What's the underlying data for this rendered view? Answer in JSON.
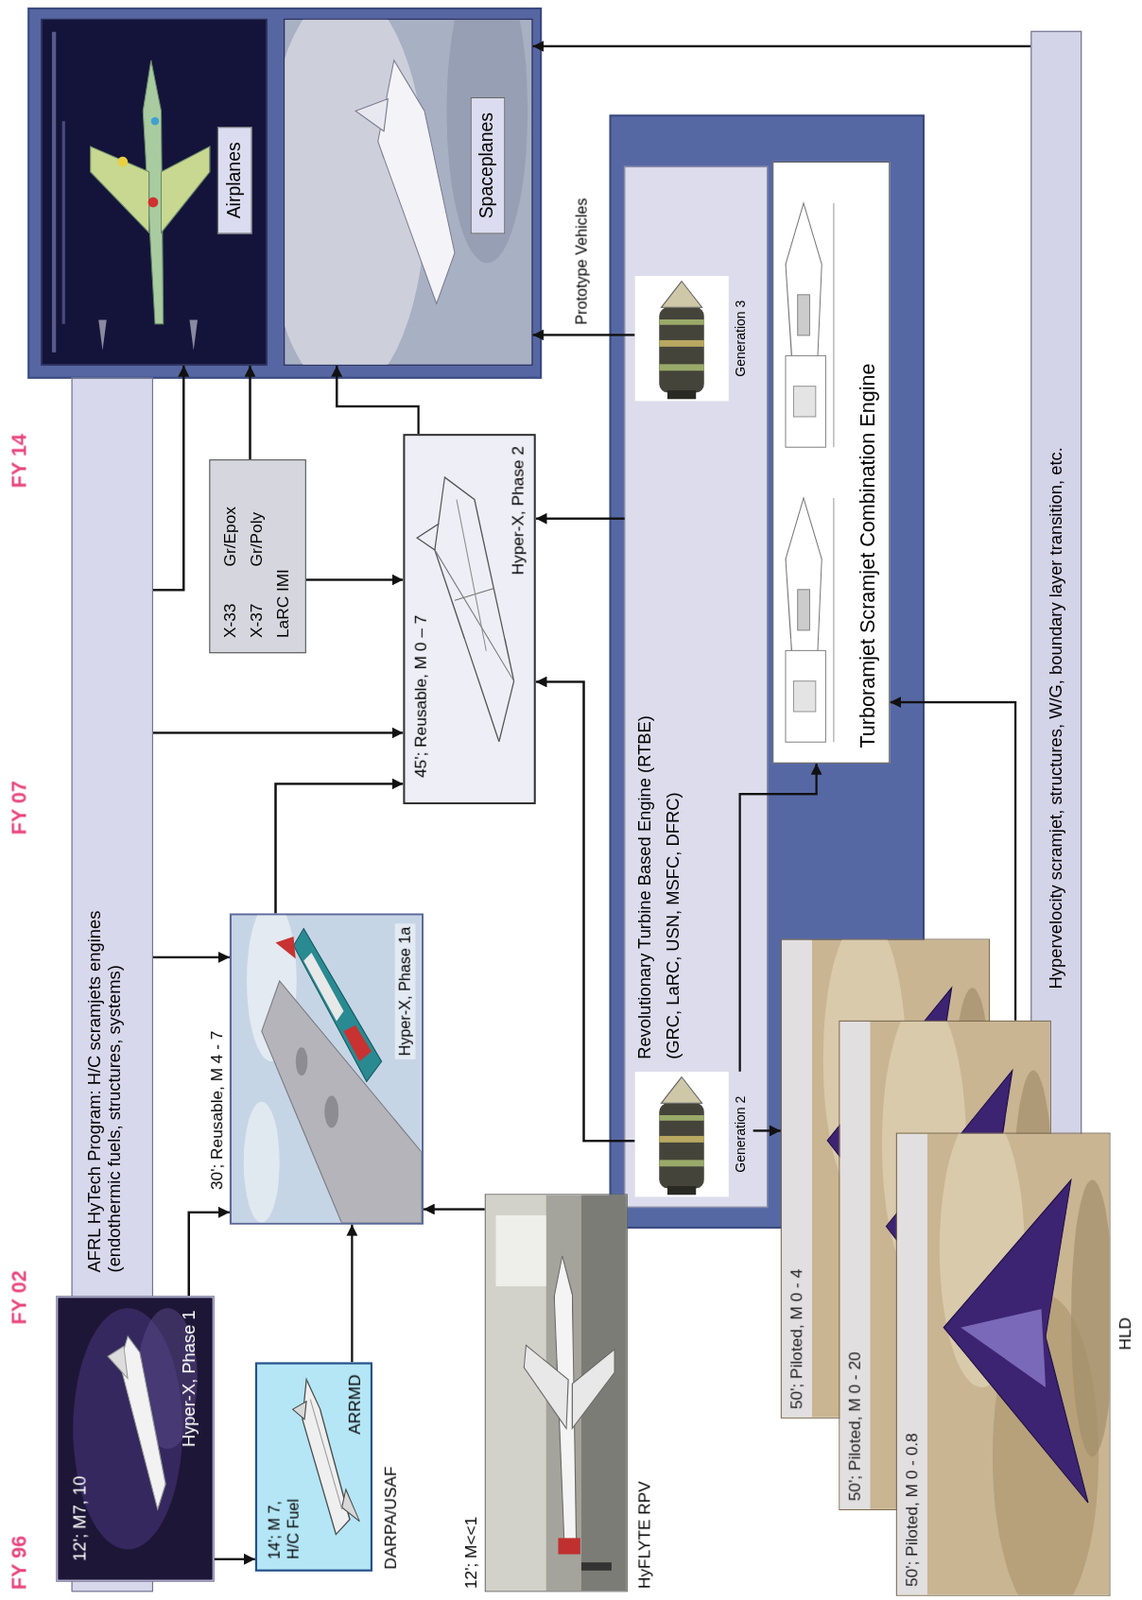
{
  "diagram": {
    "nodes": [
      {
        "text": [
          "AFRL HyTech Program: H/C scramjets engines (endothermic fuels, structures, systems)"
        ]
      },
      {
        "text": [
          "12'; M7, 10",
          "Hyper-X, Phase 1"
        ]
      },
      {
        "text": [
          "14'; M 7, H/C Fuel",
          "ARRMD",
          "DARPA/USAF"
        ]
      },
      {
        "text": [
          "12'; M<<1",
          "HyFLYTE RPV"
        ]
      },
      {
        "text": [
          "30'; Reusable, M 4 - 7",
          "Hyper-X, Phase 1a"
        ]
      },
      {
        "text": [
          "X-33",
          "Gr/Epox",
          "X-37",
          "Gr/Poly",
          "LaRC IMI"
        ]
      },
      {
        "text": [
          "45'; Reusable, M 0 – 7",
          "Hyper-X, Phase 2"
        ]
      },
      {
        "text": [
          "Airplanes"
        ]
      },
      {
        "text": [
          "Spaceplanes"
        ]
      },
      {
        "text": [
          "Revolutionary Turbine Based Engine (RTBE)",
          "(GRC, LaRC, USN, MSFC, DFRC)"
        ]
      },
      {
        "text": [
          "Generation 2"
        ],
        "in": 9
      },
      {
        "text": [
          "Generation 3"
        ],
        "in": 9
      },
      {
        "text": [
          "Turboramjet Scramjet Combination Engine"
        ]
      },
      {
        "text": [
          "50'; Piloted, M 0 - 4"
        ]
      },
      {
        "text": [
          "50'; Piloted, M 0 - 20"
        ]
      },
      {
        "text": [
          "50'; Piloted, M 0 - 0.8"
        ]
      },
      {
        "text": [
          "Hypervelocity scramjet, structures, W/G, boundary layer transition, etc."
        ]
      }
    ],
    "edges": [
      {
        "from": 1,
        "to": 4,
        "arrow": "to"
      },
      {
        "from": 1,
        "to": 2,
        "arrow": "to"
      },
      {
        "from": 0,
        "to": 4,
        "arrow": "to"
      },
      {
        "from": 0,
        "to": 6,
        "arrow": "to"
      },
      {
        "from": 0,
        "to": 7,
        "arrow": "to"
      },
      {
        "from": 2,
        "to": 4,
        "arrow": "to"
      },
      {
        "from": 3,
        "to": 4,
        "arrow": "to"
      },
      {
        "from": 4,
        "to": 6,
        "arrow": "to"
      },
      {
        "from": 5,
        "to": 6,
        "arrow": "to"
      },
      {
        "from": 5,
        "to": 7,
        "arrow": "to"
      },
      {
        "from": 6,
        "to": 8,
        "arrow": "to"
      },
      {
        "from": 10,
        "to": 6,
        "arrow": "to"
      },
      {
        "from": 9,
        "to": 6,
        "arrow": "to"
      },
      {
        "from": 10,
        "to": 12,
        "arrow": "to"
      },
      {
        "from": 10,
        "to": 13,
        "arrow": "to"
      },
      {
        "from": 14,
        "to": 12,
        "arrow": "to"
      },
      {
        "from": 11,
        "to": 8,
        "label": "Prototype Vehicles",
        "arrow": "to"
      },
      {
        "from": 16,
        "to": 8,
        "arrow": "to"
      }
    ],
    "labels": [
      "FY 96",
      "FY 02",
      "FY 07",
      "FY 14",
      "HLD"
    ]
  }
}
